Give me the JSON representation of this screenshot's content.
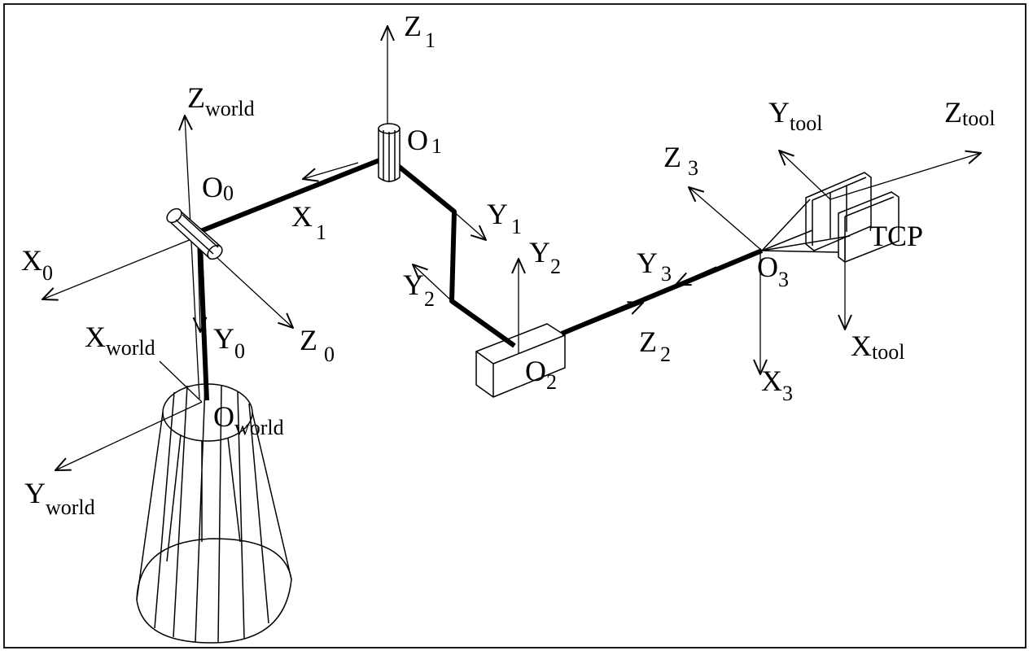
{
  "labels": {
    "z_world": {
      "main": "Z",
      "sub": "world"
    },
    "x_world": {
      "main": "X",
      "sub": "world"
    },
    "y_world": {
      "main": "Y",
      "sub": "world"
    },
    "o_world": {
      "main": "O",
      "sub": "world"
    },
    "o0": {
      "main": "O",
      "sub": "0"
    },
    "x0": {
      "main": "X",
      "sub": "0"
    },
    "y0": {
      "main": "Y",
      "sub": "0"
    },
    "z0": {
      "main": "Z",
      "sub": "0"
    },
    "z1": {
      "main": "Z",
      "sub": "1"
    },
    "o1": {
      "main": "O",
      "sub": "1"
    },
    "x1": {
      "main": "X",
      "sub": "1"
    },
    "y1": {
      "main": "Y",
      "sub": "1"
    },
    "y2_left": {
      "main": "Y",
      "sub": "2"
    },
    "y2_up": {
      "main": "Y",
      "sub": "2"
    },
    "o2": {
      "main": "O",
      "sub": "2"
    },
    "z2": {
      "main": "Z",
      "sub": "2"
    },
    "y3": {
      "main": "Y",
      "sub": "3"
    },
    "z3": {
      "main": "Z",
      "sub": "3"
    },
    "o3": {
      "main": "O",
      "sub": "3"
    },
    "x3": {
      "main": "X",
      "sub": "3"
    },
    "y_tool": {
      "main": "Y",
      "sub": "tool"
    },
    "z_tool": {
      "main": "Z",
      "sub": "tool"
    },
    "x_tool": {
      "main": "X",
      "sub": "tool"
    },
    "tcp": "TCP"
  }
}
